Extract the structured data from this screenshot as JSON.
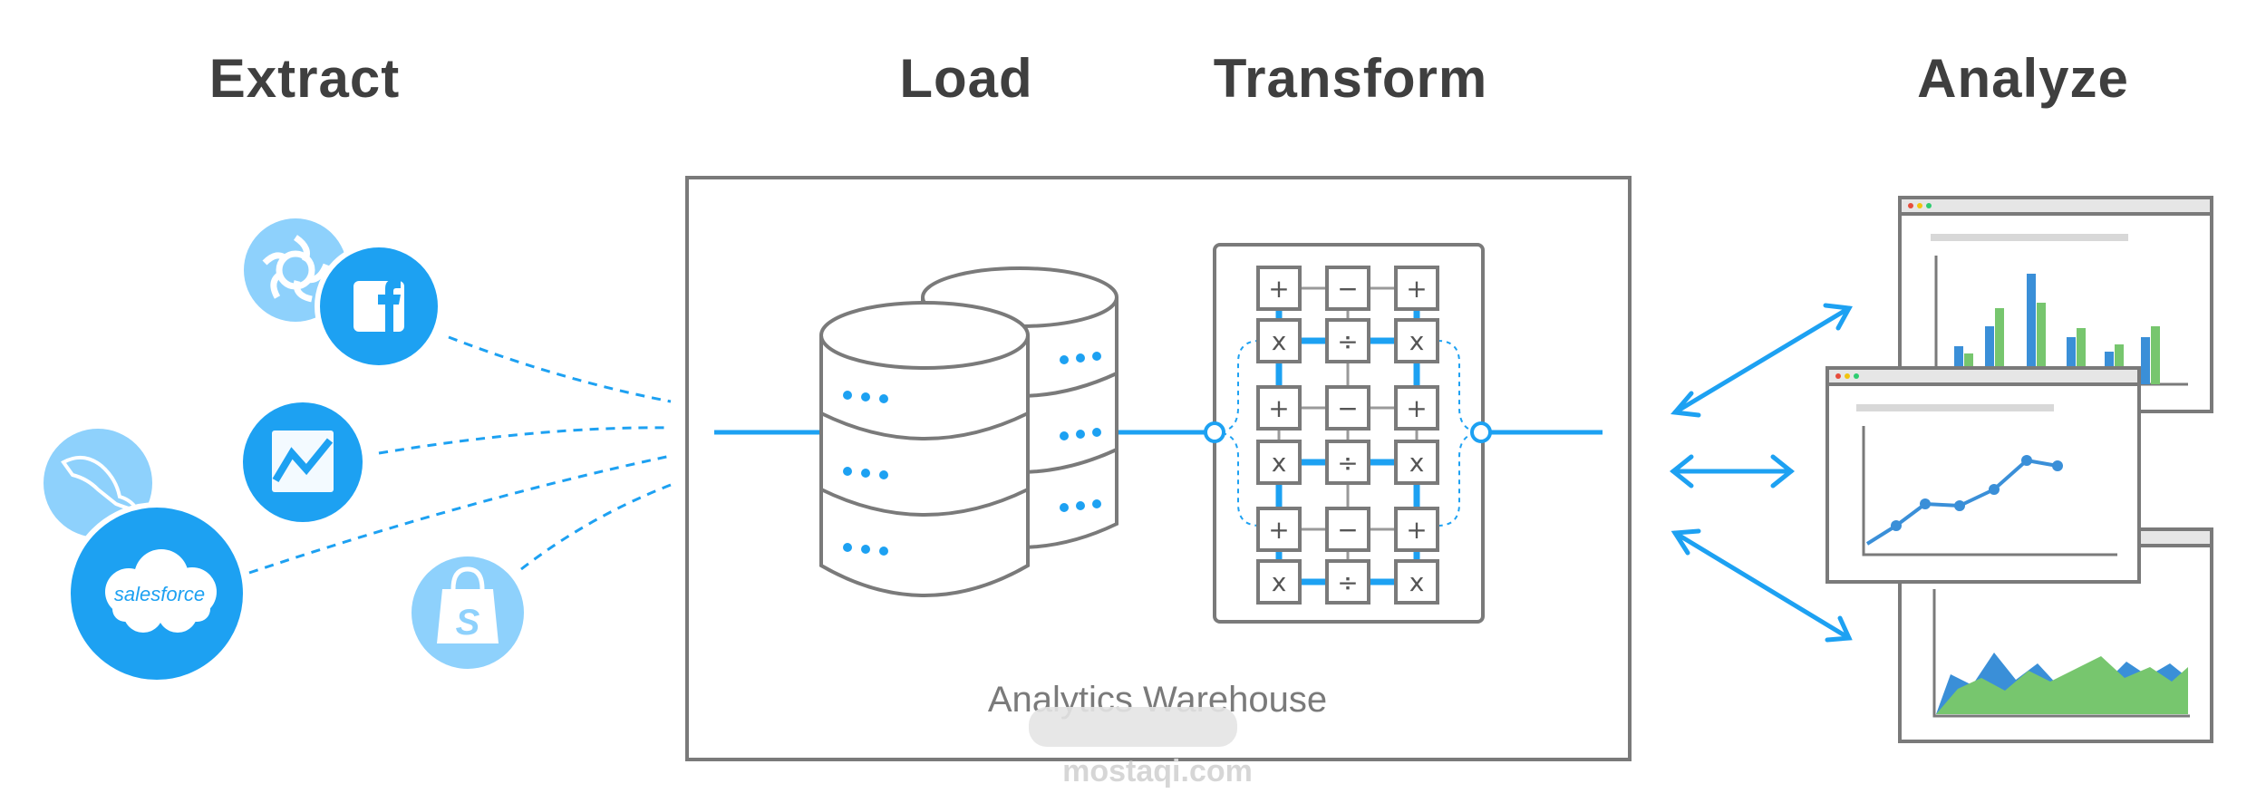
{
  "stages": {
    "extract": "Extract",
    "load": "Load",
    "transform": "Transform",
    "analyze": "Analyze"
  },
  "warehouse": {
    "label": "Analytics Warehouse"
  },
  "sources": {
    "salesforce": "salesforce",
    "icons": [
      "pinwheel-icon",
      "facebook-icon",
      "chart-app-icon",
      "mysql-dolphin-icon",
      "salesforce-icon",
      "shopify-icon"
    ]
  },
  "transform_grid": {
    "rows": [
      [
        "+",
        "−",
        "+"
      ],
      [
        "x",
        "÷",
        "x"
      ],
      [
        "+",
        "−",
        "+"
      ],
      [
        "x",
        "÷",
        "x"
      ],
      [
        "+",
        "−",
        "+"
      ],
      [
        "x",
        "÷",
        "x"
      ]
    ]
  },
  "watermark": {
    "domain": "mostaqi.com"
  },
  "colors": {
    "blue": "#1da1f2",
    "light_blue": "#8ed1fc",
    "dark_blue": "#3a8fd8",
    "green": "#77c66e",
    "gray_line": "#7a7a7a",
    "heading": "#3f3f3f"
  }
}
